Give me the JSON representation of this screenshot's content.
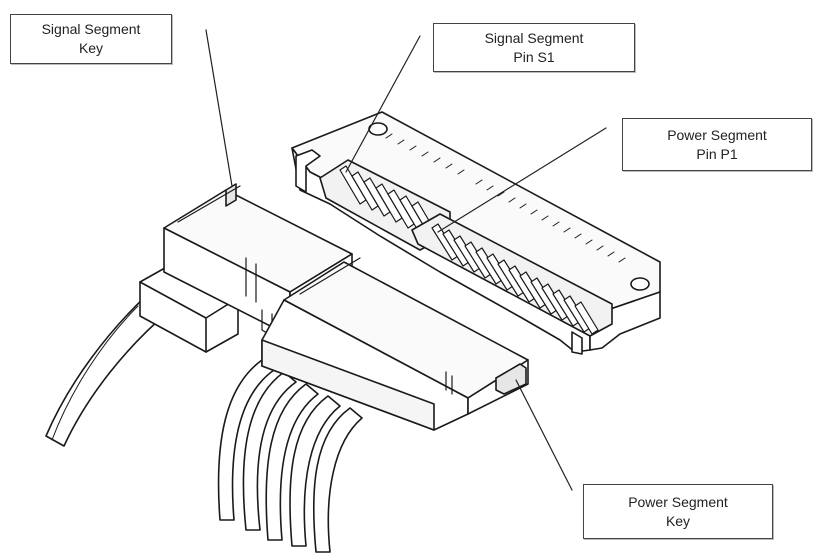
{
  "callouts": {
    "signal_segment_key": {
      "line1": "Signal Segment",
      "line2": "Key"
    },
    "signal_segment_pin_s1": {
      "line1": "Signal Segment",
      "line2": "Pin S1"
    },
    "power_segment_pin_p1": {
      "line1": "Power Segment",
      "line2": "Pin P1"
    },
    "power_segment_key": {
      "line1": "Power Segment",
      "line2": "Key"
    }
  },
  "colors": {
    "line": "#1a1a1a",
    "fill": "#ffffff",
    "shade": "#d9d9d9"
  }
}
